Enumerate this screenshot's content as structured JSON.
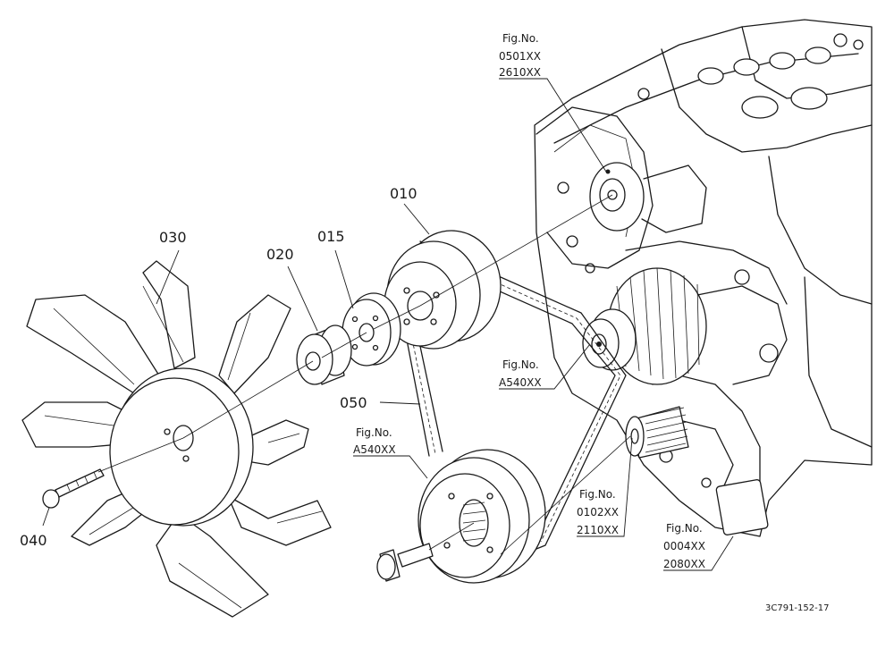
{
  "parts": {
    "p010": "010",
    "p015": "015",
    "p020": "020",
    "p030": "030",
    "p040": "040",
    "p050": "050"
  },
  "refs": {
    "engine_head": {
      "title": "Fig.No.",
      "codes": [
        "0501XX",
        "2610XX"
      ]
    },
    "alternator": {
      "title": "Fig.No.",
      "codes": [
        "A540XX"
      ]
    },
    "crank_pulley": {
      "title": "Fig.No.",
      "codes": [
        "A540XX"
      ]
    },
    "gear_case": {
      "title": "Fig.No.",
      "codes": [
        "0102XX",
        "2110XX"
      ]
    },
    "crankcase": {
      "title": "Fig.No.",
      "codes": [
        "0004XX",
        "2080XX"
      ]
    }
  },
  "drawing_code": "3C791-152-17"
}
